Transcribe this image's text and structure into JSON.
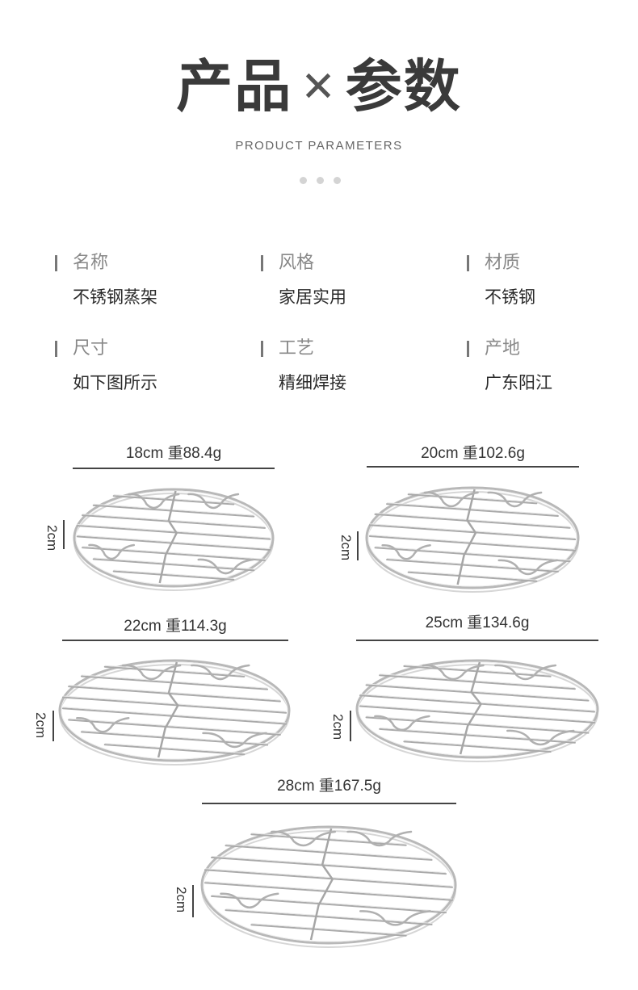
{
  "header": {
    "title_left": "产品",
    "title_sep": "✕",
    "title_right": "参数",
    "subtitle": "PRODUCT PARAMETERS"
  },
  "params": [
    {
      "label": "名称",
      "value": "不锈钢蒸架"
    },
    {
      "label": "风格",
      "value": "家居实用"
    },
    {
      "label": "材质",
      "value": "不锈钢"
    },
    {
      "label": "尺寸",
      "value": "如下图所示"
    },
    {
      "label": "工艺",
      "value": "精细焊接"
    },
    {
      "label": "产地",
      "value": "广东阳江"
    }
  ],
  "racks": [
    {
      "caption": "18cm 重88.4g",
      "height": "2cm"
    },
    {
      "caption": "20cm 重102.6g",
      "height": "2cm"
    },
    {
      "caption": "22cm 重114.3g",
      "height": "2cm"
    },
    {
      "caption": "25cm 重134.6g",
      "height": "2cm"
    },
    {
      "caption": "28cm 重167.5g",
      "height": "2cm"
    }
  ]
}
